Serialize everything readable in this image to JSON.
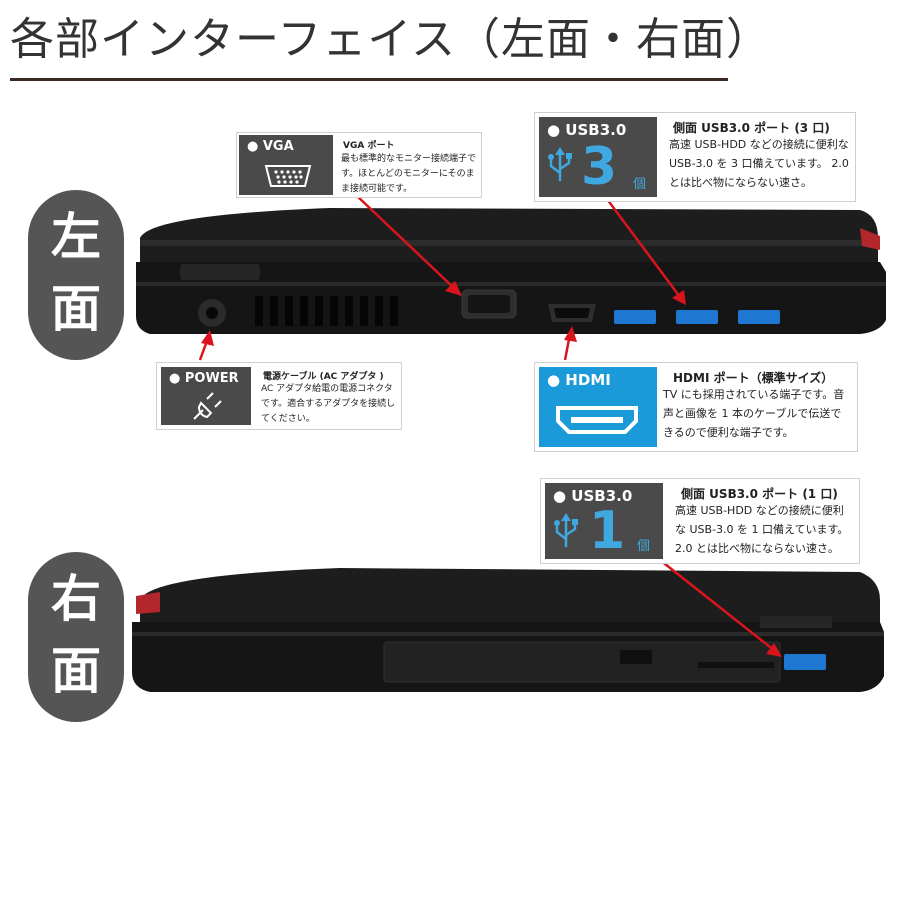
{
  "title": "各部インターフェイス（左面・右面）",
  "left_label": [
    "左",
    "面"
  ],
  "right_label": [
    "右",
    "面"
  ],
  "callouts": {
    "vga": {
      "badge": "● VGA",
      "heading": "VGA ポート",
      "body": "最も標準的なモニター接続端子です。ほとんどのモニターにそのまま接続可能です。"
    },
    "usb_left": {
      "badge": "● USB3.0",
      "count": "3",
      "unit": "個",
      "heading": "側面 USB3.0 ポート (3 口)",
      "body": "高速 USB-HDD などの接続に便利な USB-3.0 を 3 口備えています。 2.0 とは比べ物にならない速さ。"
    },
    "power": {
      "badge": "● POWER",
      "heading": "電源ケーブル (AC アダプタ )",
      "body": "AC アダプタ給電の電源コネクタです。適合するアダプタを接続してください。"
    },
    "hdmi": {
      "badge": "● HDMI",
      "heading": "HDMI ポート（標準サイズ）",
      "body": "TV にも採用されている端子です。音声と画像を 1 本のケーブルで伝送できるので便利な端子です。"
    },
    "usb_right": {
      "badge": "● USB3.0",
      "count": "1",
      "unit": "個",
      "heading": "側面 USB3.0 ポート (1 口)",
      "body": "高速 USB-HDD などの接続に便利な USB-3.0 を 1 口備えています。 2.0 とは比べ物にならない速さ。"
    }
  },
  "colors": {
    "arrow": "#d9141c",
    "usb_blue": "#1e78d2",
    "hdmi_blue": "#1a9ad9",
    "badge_gray": "#4a4a4a",
    "pill_gray": "#555555"
  }
}
